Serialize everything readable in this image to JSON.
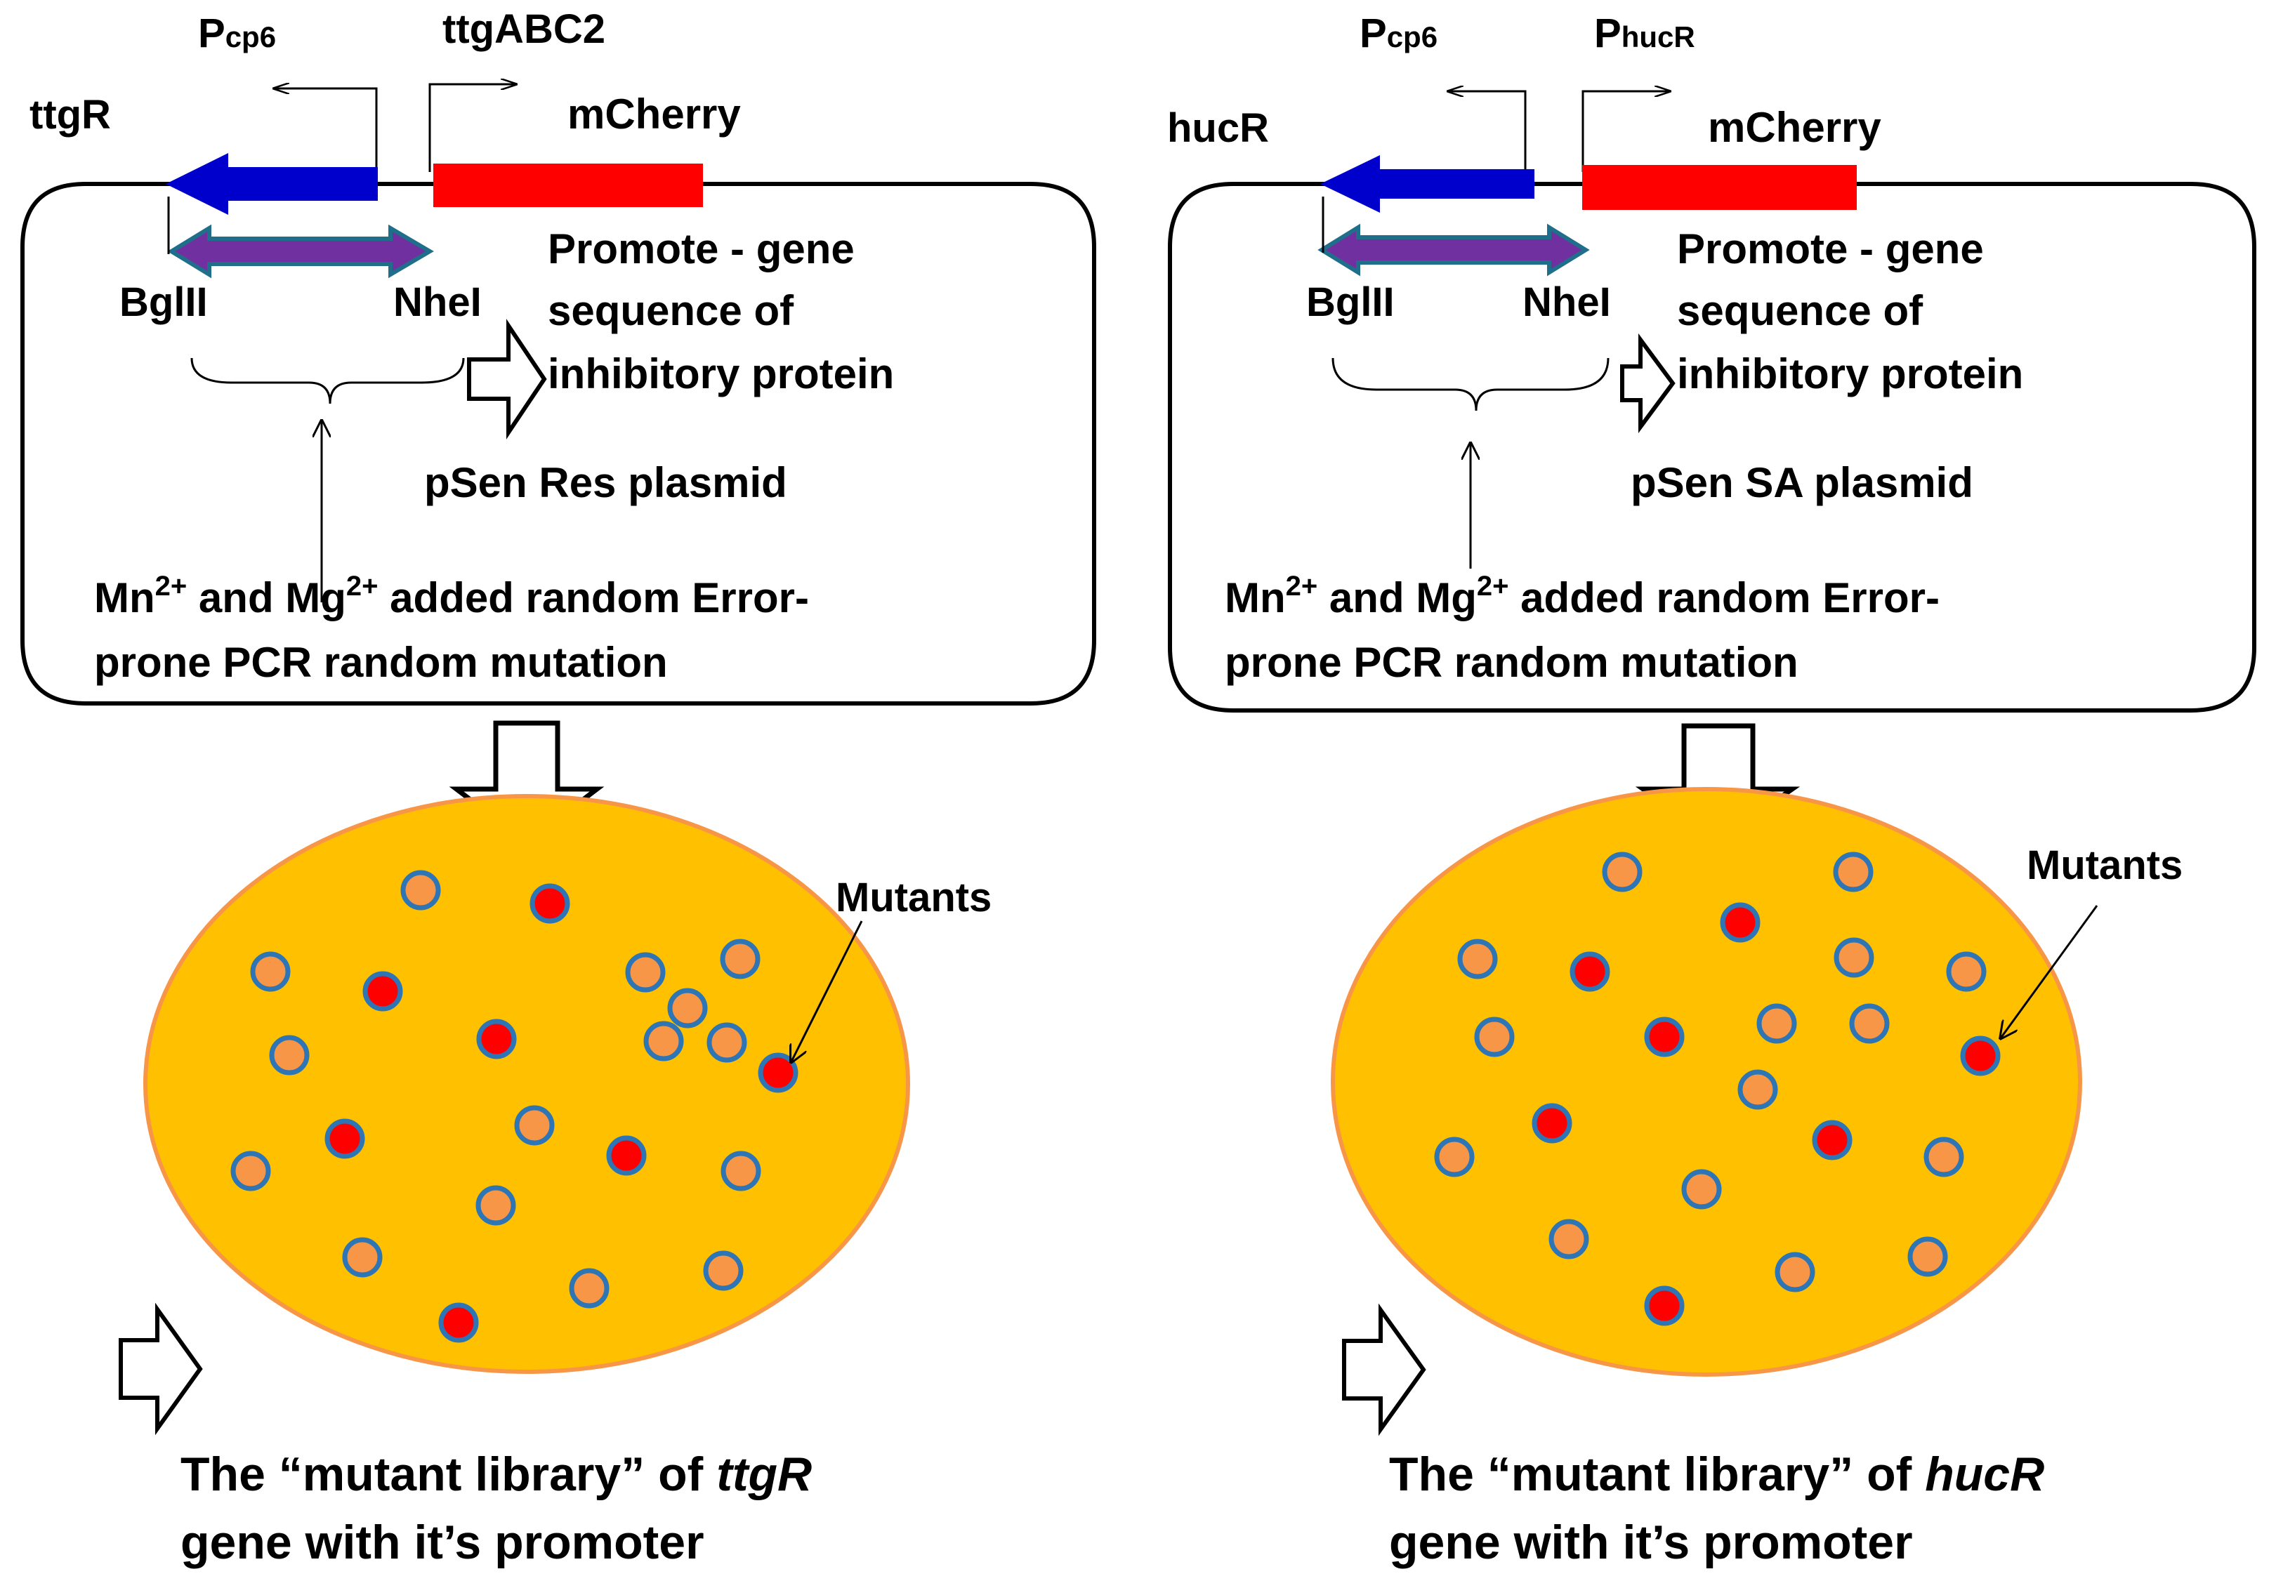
{
  "colors": {
    "repressor_arrow": "#0000CC",
    "mcherry": "#FF0000",
    "insert": "#7030A0",
    "insert_outline": "#1F6F8B",
    "library_fill": "#FFC000",
    "library_edge": "#F79646",
    "colony": "#F79646",
    "colony_edge": "#2E75B6",
    "mutant_colony": "#FF0000"
  },
  "panels": [
    {
      "id": "ttgR",
      "gene_label": "ttgR",
      "promoter_left": {
        "main": "P",
        "sub": "cp6"
      },
      "promoter_right_label": "ttgABC2",
      "reporter_label": "mCherry",
      "site_left": "BglII",
      "site_right": "NheI",
      "desc_lines": [
        "Promote - gene",
        "sequence of",
        "inhibitory protein"
      ],
      "plasmid_label": "pSen  Res plasmid",
      "mutation_line1": {
        "a": "Mn",
        "a_sup": "2+",
        "b": " and Mg",
        "b_sup": "2+",
        "c": " added random Error-"
      },
      "mutation_line2": "prone PCR random mutation",
      "mutants_label": "Mutants",
      "caption_line1": {
        "pre": "The “mutant library” of  ",
        "gene": "ttgR"
      },
      "caption_line2": "gene with it’s promoter"
    },
    {
      "id": "hucR",
      "gene_label": "hucR",
      "promoter_left": {
        "main": "P",
        "sub": "cp6"
      },
      "promoter_right": {
        "main": "P",
        "sub": "hucR"
      },
      "reporter_label": "mCherry",
      "site_left": "BglII",
      "site_right": "NheI",
      "desc_lines": [
        "Promote - gene",
        "sequence of",
        "inhibitory protein"
      ],
      "plasmid_label": "pSen  SA   plasmid",
      "mutation_line1": {
        "a": "Mn",
        "a_sup": "2+",
        "b": " and Mg",
        "b_sup": "2+",
        "c": " added random Error-"
      },
      "mutation_line2": "prone PCR random mutation",
      "mutants_label": "Mutants",
      "caption_line1": {
        "pre": "The “mutant library” of ",
        "gene": "hucR"
      },
      "caption_line2": "gene with it’s promoter"
    }
  ]
}
